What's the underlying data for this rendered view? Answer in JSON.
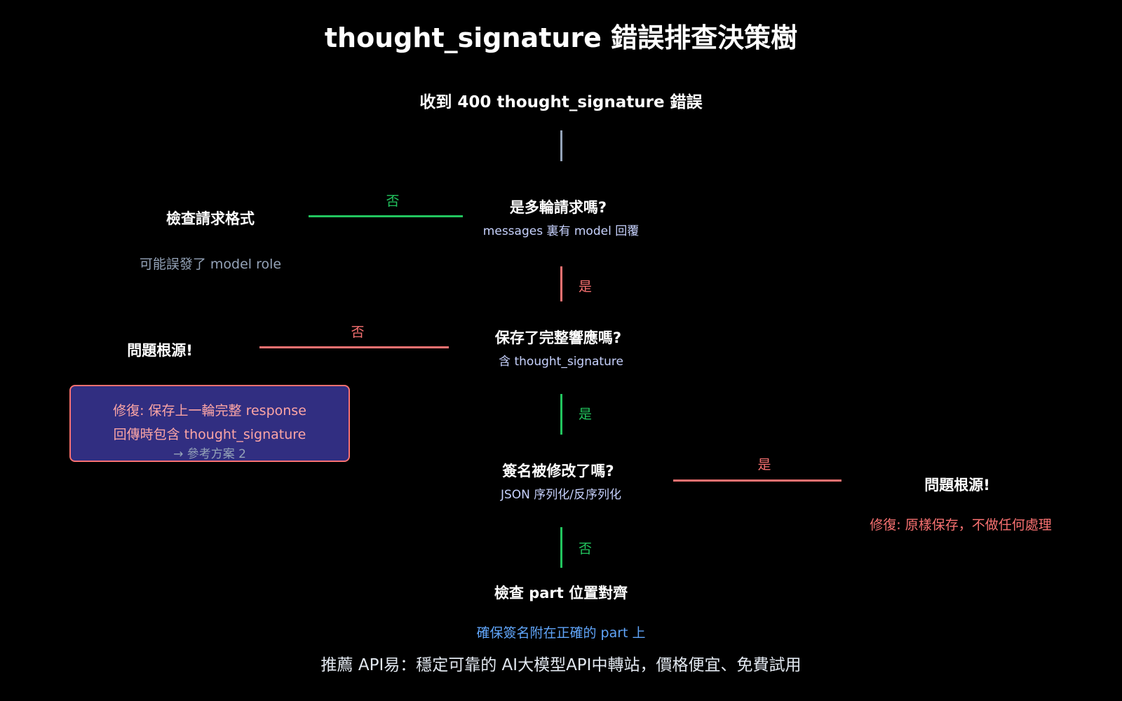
{
  "title": "thought_signature 錯誤排查決策樹",
  "start": "收到 400 thought_signature 錯誤",
  "q1": {
    "label": "是多輪請求嗎?",
    "sub": "messages 裏有 model 回覆"
  },
  "q1_no": {
    "edge": "否",
    "label": "檢查請求格式",
    "note": "可能誤發了 model role"
  },
  "q1_yes": "是",
  "q2": {
    "label": "保存了完整響應嗎?",
    "sub": "含 thought_signature"
  },
  "q2_no": {
    "edge": "否",
    "label": "問題根源!",
    "fix_line1": "修復: 保存上一輪完整 response",
    "fix_line2": "回傳時包含 thought_signature",
    "fix_ref": "→ 參考方案 2"
  },
  "q2_yes": "是",
  "q3": {
    "label": "簽名被修改了嗎?",
    "sub": "JSON 序列化/反序列化"
  },
  "q3_yes": {
    "edge": "是",
    "label": "問題根源!",
    "fix": "修復: 原樣保存，不做任何處理"
  },
  "q3_no": "否",
  "end": {
    "label": "檢查 part 位置對齊",
    "note": "確保簽名附在正確的 part 上"
  },
  "footer": "推薦 API易：穩定可靠的 AI大模型API中轉站，價格便宜、免費試用",
  "colors": {
    "background": "#000000",
    "yes_red": "#f87171",
    "no_green": "#22c55e",
    "connector_gray": "#94a3b8",
    "fix_box_fill": "#312e81",
    "note_blue": "#60a5fa"
  }
}
